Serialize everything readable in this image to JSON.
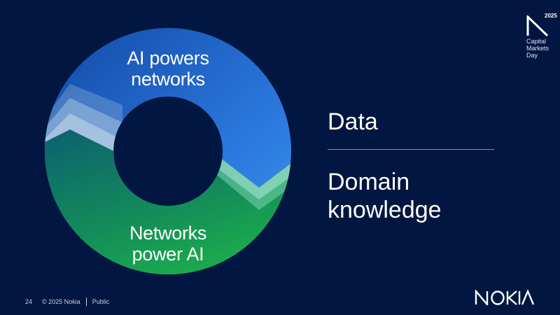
{
  "diagram": {
    "top_label": "AI powers networks",
    "bottom_label": "Networks power AI"
  },
  "side": {
    "item1": "Data",
    "item2": "Domain knowledge"
  },
  "badge": {
    "year": "2025",
    "text": "Capital Markets Day"
  },
  "footer": {
    "page": "24",
    "copyright": "© 2025 Nokia",
    "classification": "Public"
  },
  "logo_text": "NOKIA",
  "colors": {
    "background": "#011640",
    "blue": "#3a8ee8",
    "green": "#1fb24a"
  }
}
